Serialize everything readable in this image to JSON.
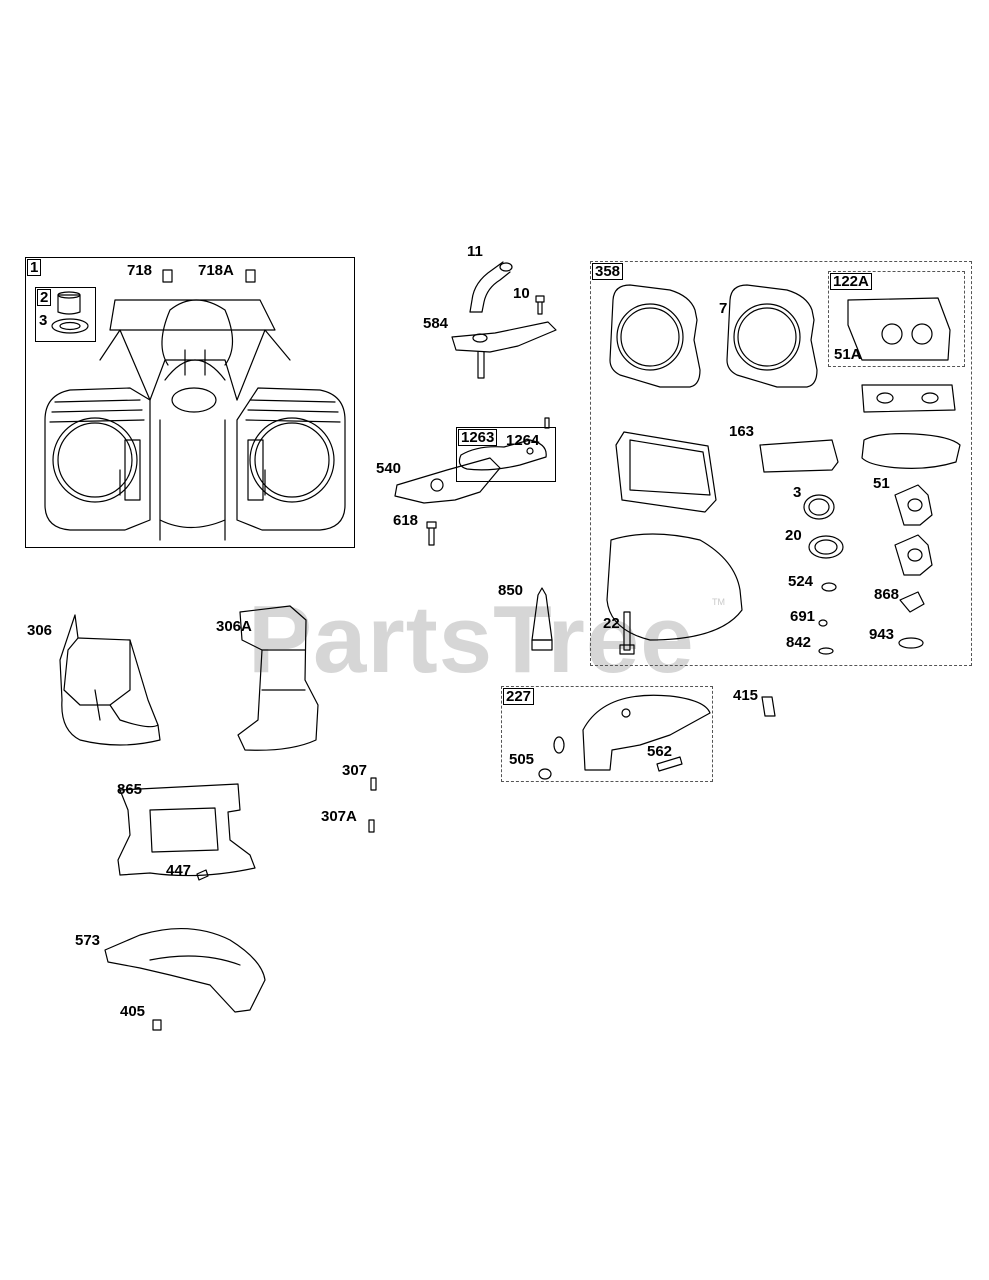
{
  "watermark": {
    "text": "PartsTree",
    "tm": "TM"
  },
  "groups": {
    "g1": "1",
    "g2": "2",
    "g358": "358",
    "g122A": "122A",
    "g1263": "1263",
    "g227": "227"
  },
  "labels": {
    "l718": "718",
    "l718A": "718A",
    "l3a": "3",
    "l11": "11",
    "l10": "10",
    "l584": "584",
    "l1264": "1264",
    "l540": "540",
    "l618": "618",
    "l7": "7",
    "l51A": "51A",
    "l163": "163",
    "l3b": "3",
    "l51": "51",
    "l20": "20",
    "l524": "524",
    "l868": "868",
    "l691": "691",
    "l943": "943",
    "l842": "842",
    "l22": "22",
    "l850": "850",
    "l306": "306",
    "l306A": "306A",
    "l307": "307",
    "l307A": "307A",
    "l865": "865",
    "l447": "447",
    "l415": "415",
    "l505": "505",
    "l562": "562",
    "l573": "573",
    "l405": "405"
  }
}
